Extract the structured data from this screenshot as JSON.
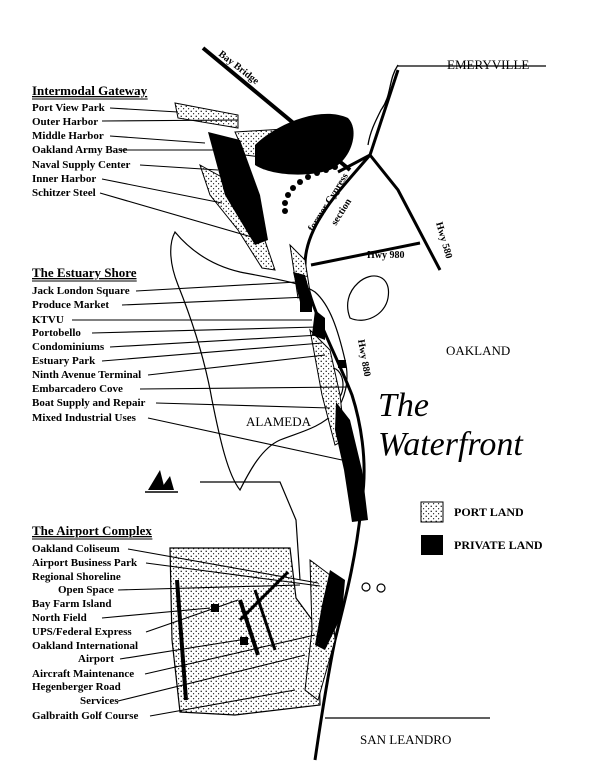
{
  "map_title": [
    "The",
    "Waterfront"
  ],
  "places": {
    "emeryville": "EMERYVILLE",
    "oakland": "OAKLAND",
    "alameda": "ALAMEDA",
    "san_leandro": "SAN LEANDRO"
  },
  "roads": {
    "bay_bridge": "Bay Bridge",
    "former_cypress": [
      "former Cypress",
      "section"
    ],
    "hwy_980": "Hwy 980",
    "hwy_580": "Hwy 580",
    "hwy_880": "Hwy 880"
  },
  "legend": {
    "port_land": "PORT LAND",
    "private_land": "PRIVATE LAND"
  },
  "sections": [
    {
      "heading": "Intermodal Gateway",
      "items": [
        "Port View Park",
        "Outer Harbor",
        "Middle Harbor",
        "Oakland Army Base",
        "Naval Supply Center",
        "Inner Harbor",
        "Schitzer Steel"
      ]
    },
    {
      "heading": "The Estuary Shore",
      "items": [
        "Jack London Square",
        "Produce Market",
        "KTVU",
        "Portobello",
        "Condominiums",
        "Estuary Park",
        "Ninth Avenue Terminal",
        "Embarcadero Cove",
        "Boat Supply and Repair",
        "Mixed Industrial Uses"
      ]
    },
    {
      "heading": "The Airport Complex",
      "items": [
        "Oakland Coliseum",
        "Airport Business Park",
        "Regional Shoreline",
        "Open Space",
        "Bay Farm Island",
        "North Field",
        "UPS/Federal Express",
        "Oakland International",
        "Airport",
        "Aircraft Maintenance",
        "Hegenberger Road",
        "Services",
        "Galbraith Golf Course"
      ]
    }
  ]
}
